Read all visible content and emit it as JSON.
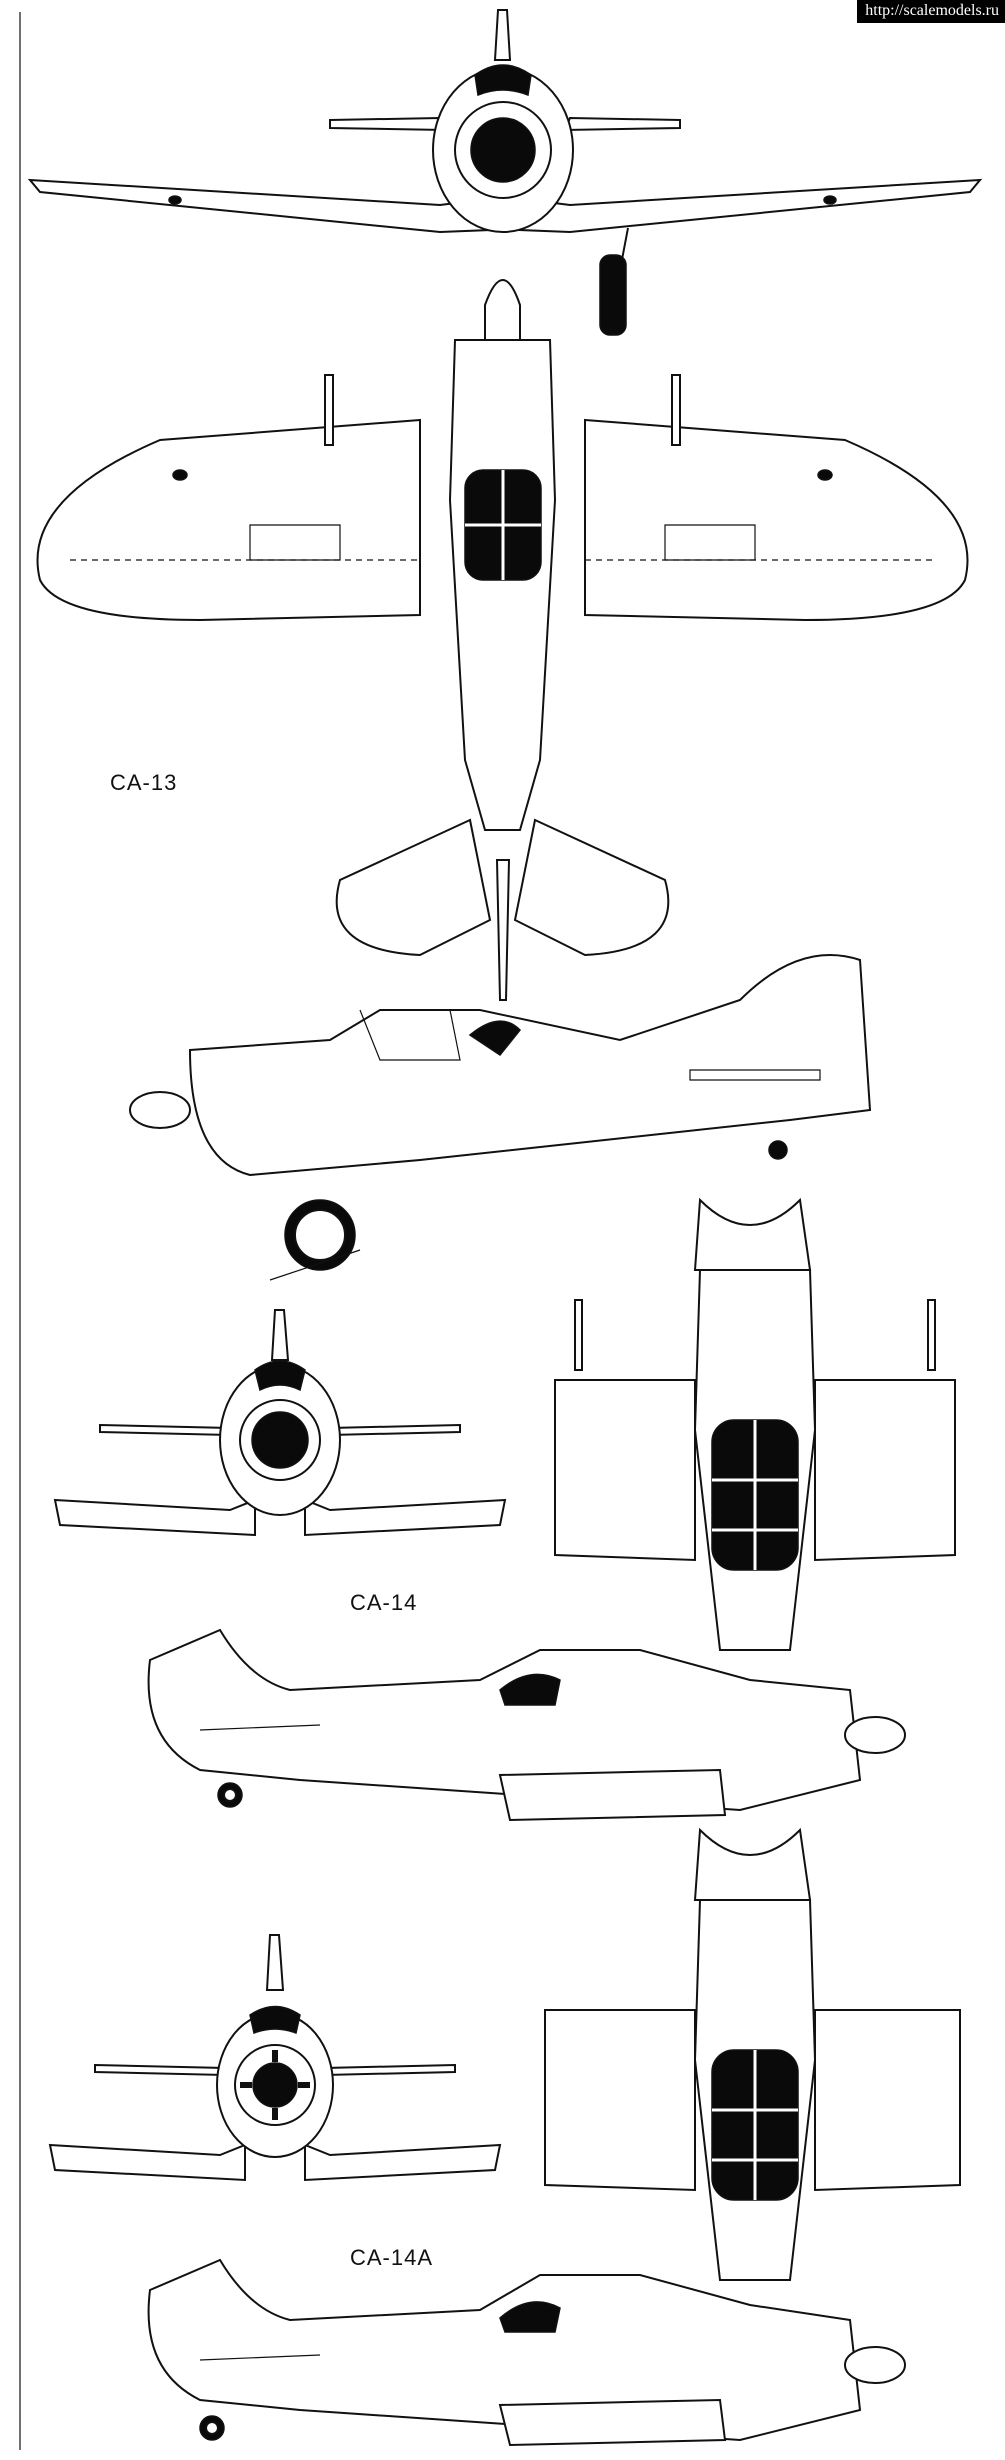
{
  "watermark": {
    "url": "http://scalemodels.ru"
  },
  "variants": [
    {
      "id": "ca13",
      "label": "CA-13"
    },
    {
      "id": "ca14",
      "label": "CA-14"
    },
    {
      "id": "ca14a",
      "label": "CA-14A"
    }
  ],
  "colors": {
    "line": "#111111",
    "fill_dark": "#0a0a0a",
    "paper": "#ffffff"
  }
}
